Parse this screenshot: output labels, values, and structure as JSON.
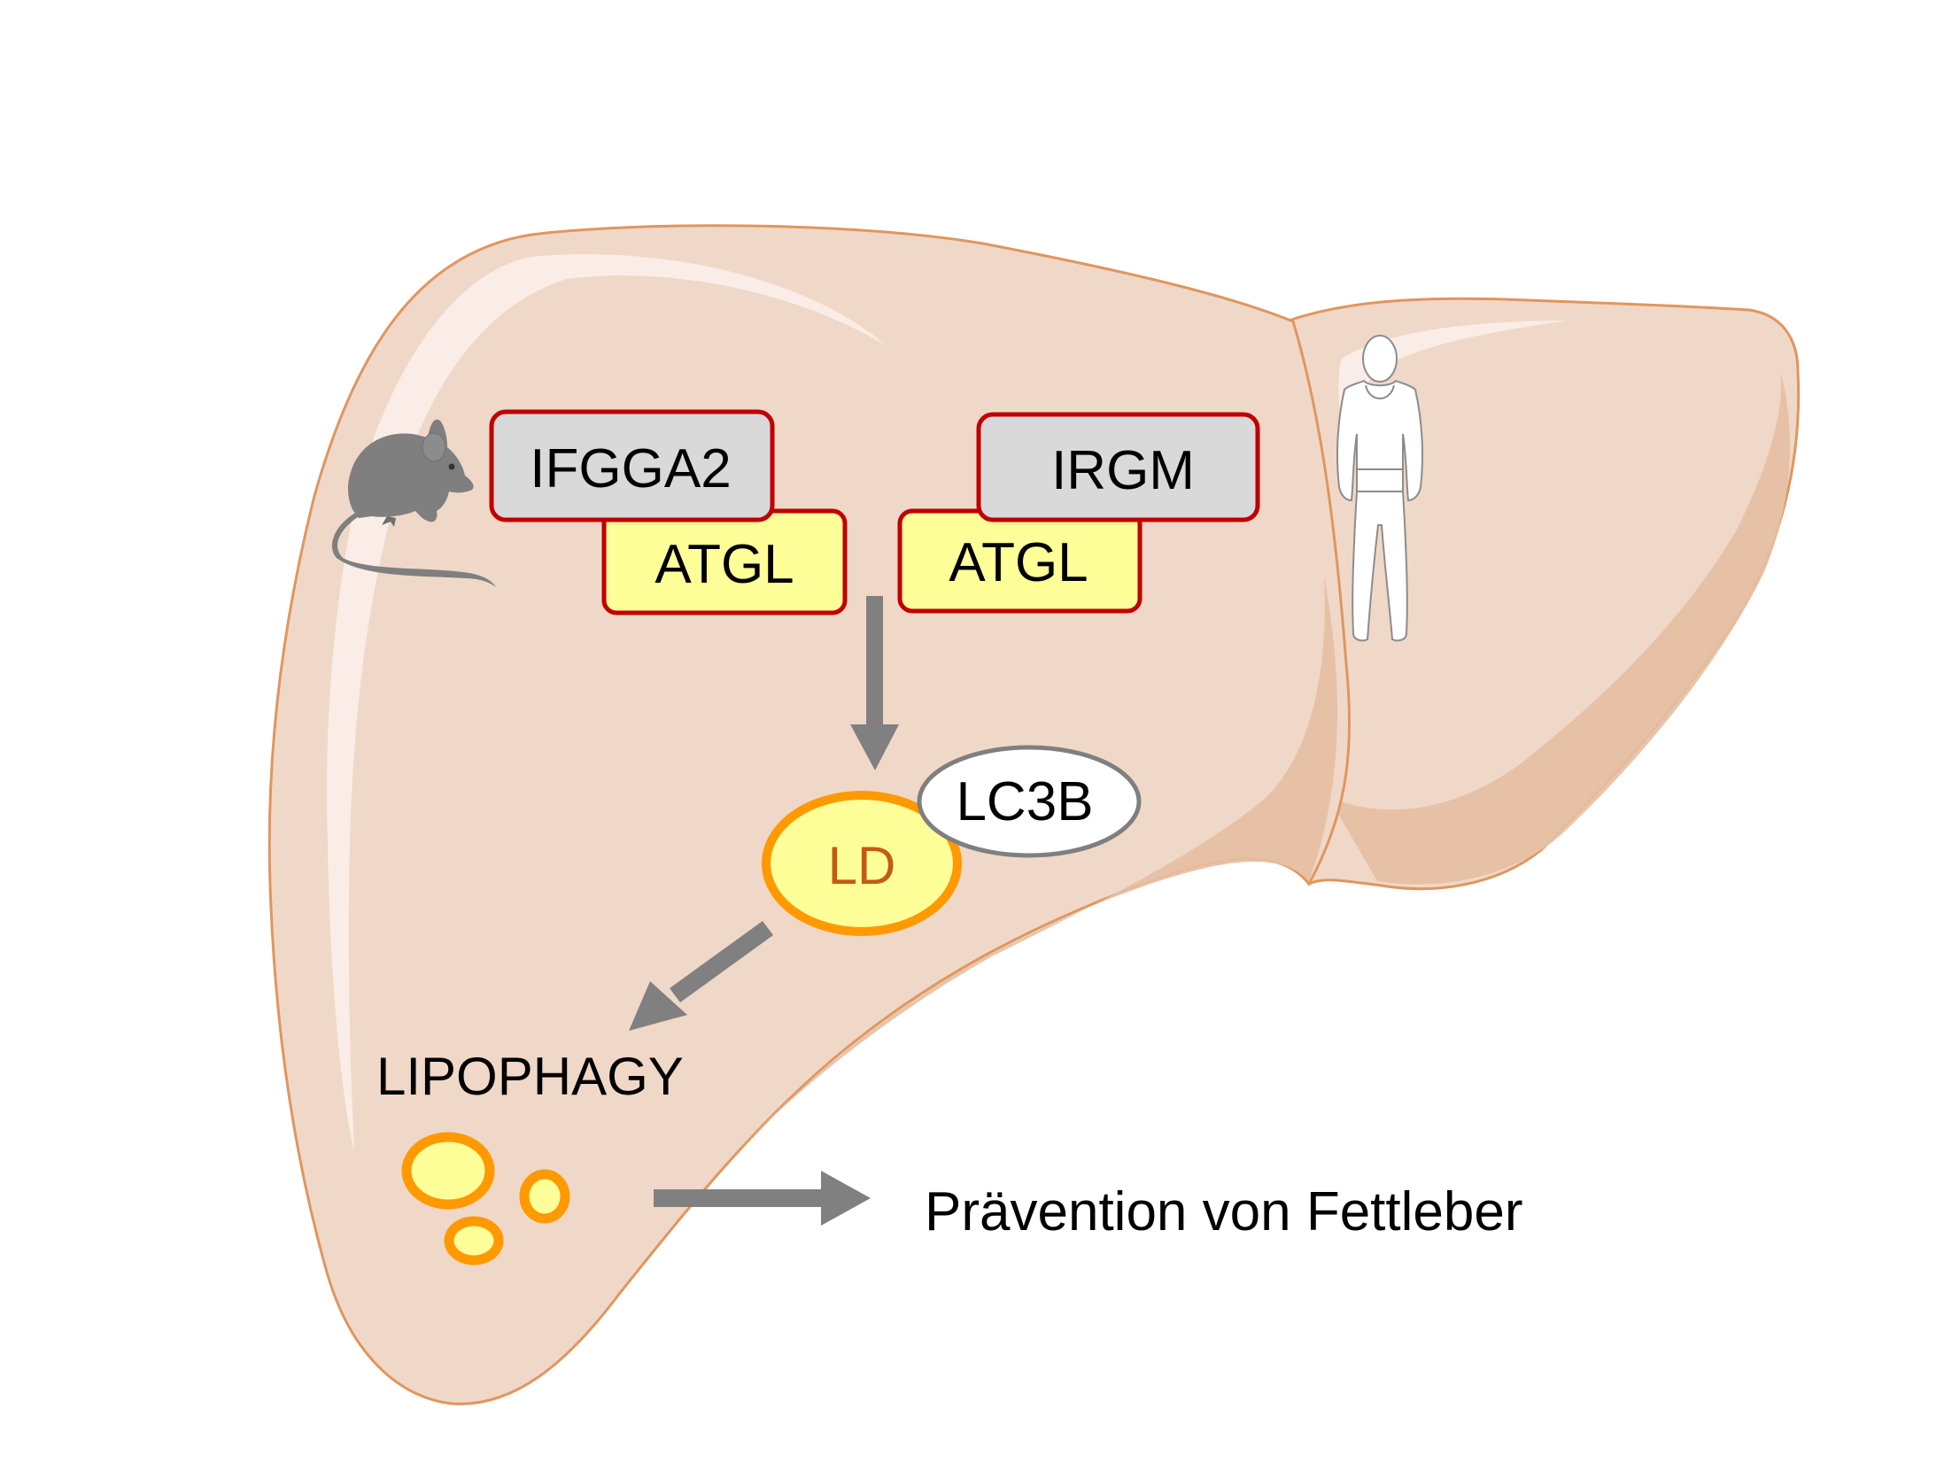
{
  "diagram": {
    "organ": "liver",
    "species_icons": {
      "left": "mouse-icon",
      "right": "human-figure-icon"
    },
    "mouse_pathway": {
      "top_protein": "IFGGA2",
      "bottom_protein": "ATGL"
    },
    "human_pathway": {
      "top_protein": "IRGM",
      "bottom_protein": "ATGL"
    },
    "lipid_droplet": "LD",
    "autophagy_marker": "LC3B",
    "process": "LIPOPHAGY",
    "outcome": "Prävention von Fettleber",
    "arrows": [
      {
        "from": "ATGL complexes",
        "to": "LD",
        "direction": "down"
      },
      {
        "from": "LD",
        "to": "LIPOPHAGY",
        "direction": "down-left"
      },
      {
        "from": "small lipid droplets",
        "to": "Prävention von Fettleber",
        "direction": "right"
      }
    ],
    "colors": {
      "liver_fill": "#f0d8c8",
      "liver_outline": "#e0965e",
      "liver_shadow": "#e6bfa2",
      "protein_top_fill": "#d9d9d9",
      "protein_bottom_fill": "#ffff99",
      "protein_border": "#c00000",
      "droplet_fill": "#ffff99",
      "droplet_border": "#ff9900",
      "ld_text": "#c55a11",
      "lc3b_fill": "#ffffff",
      "lc3b_border": "#7f7f7f",
      "arrow": "#808080",
      "mouse": "#7f7f7f"
    }
  }
}
